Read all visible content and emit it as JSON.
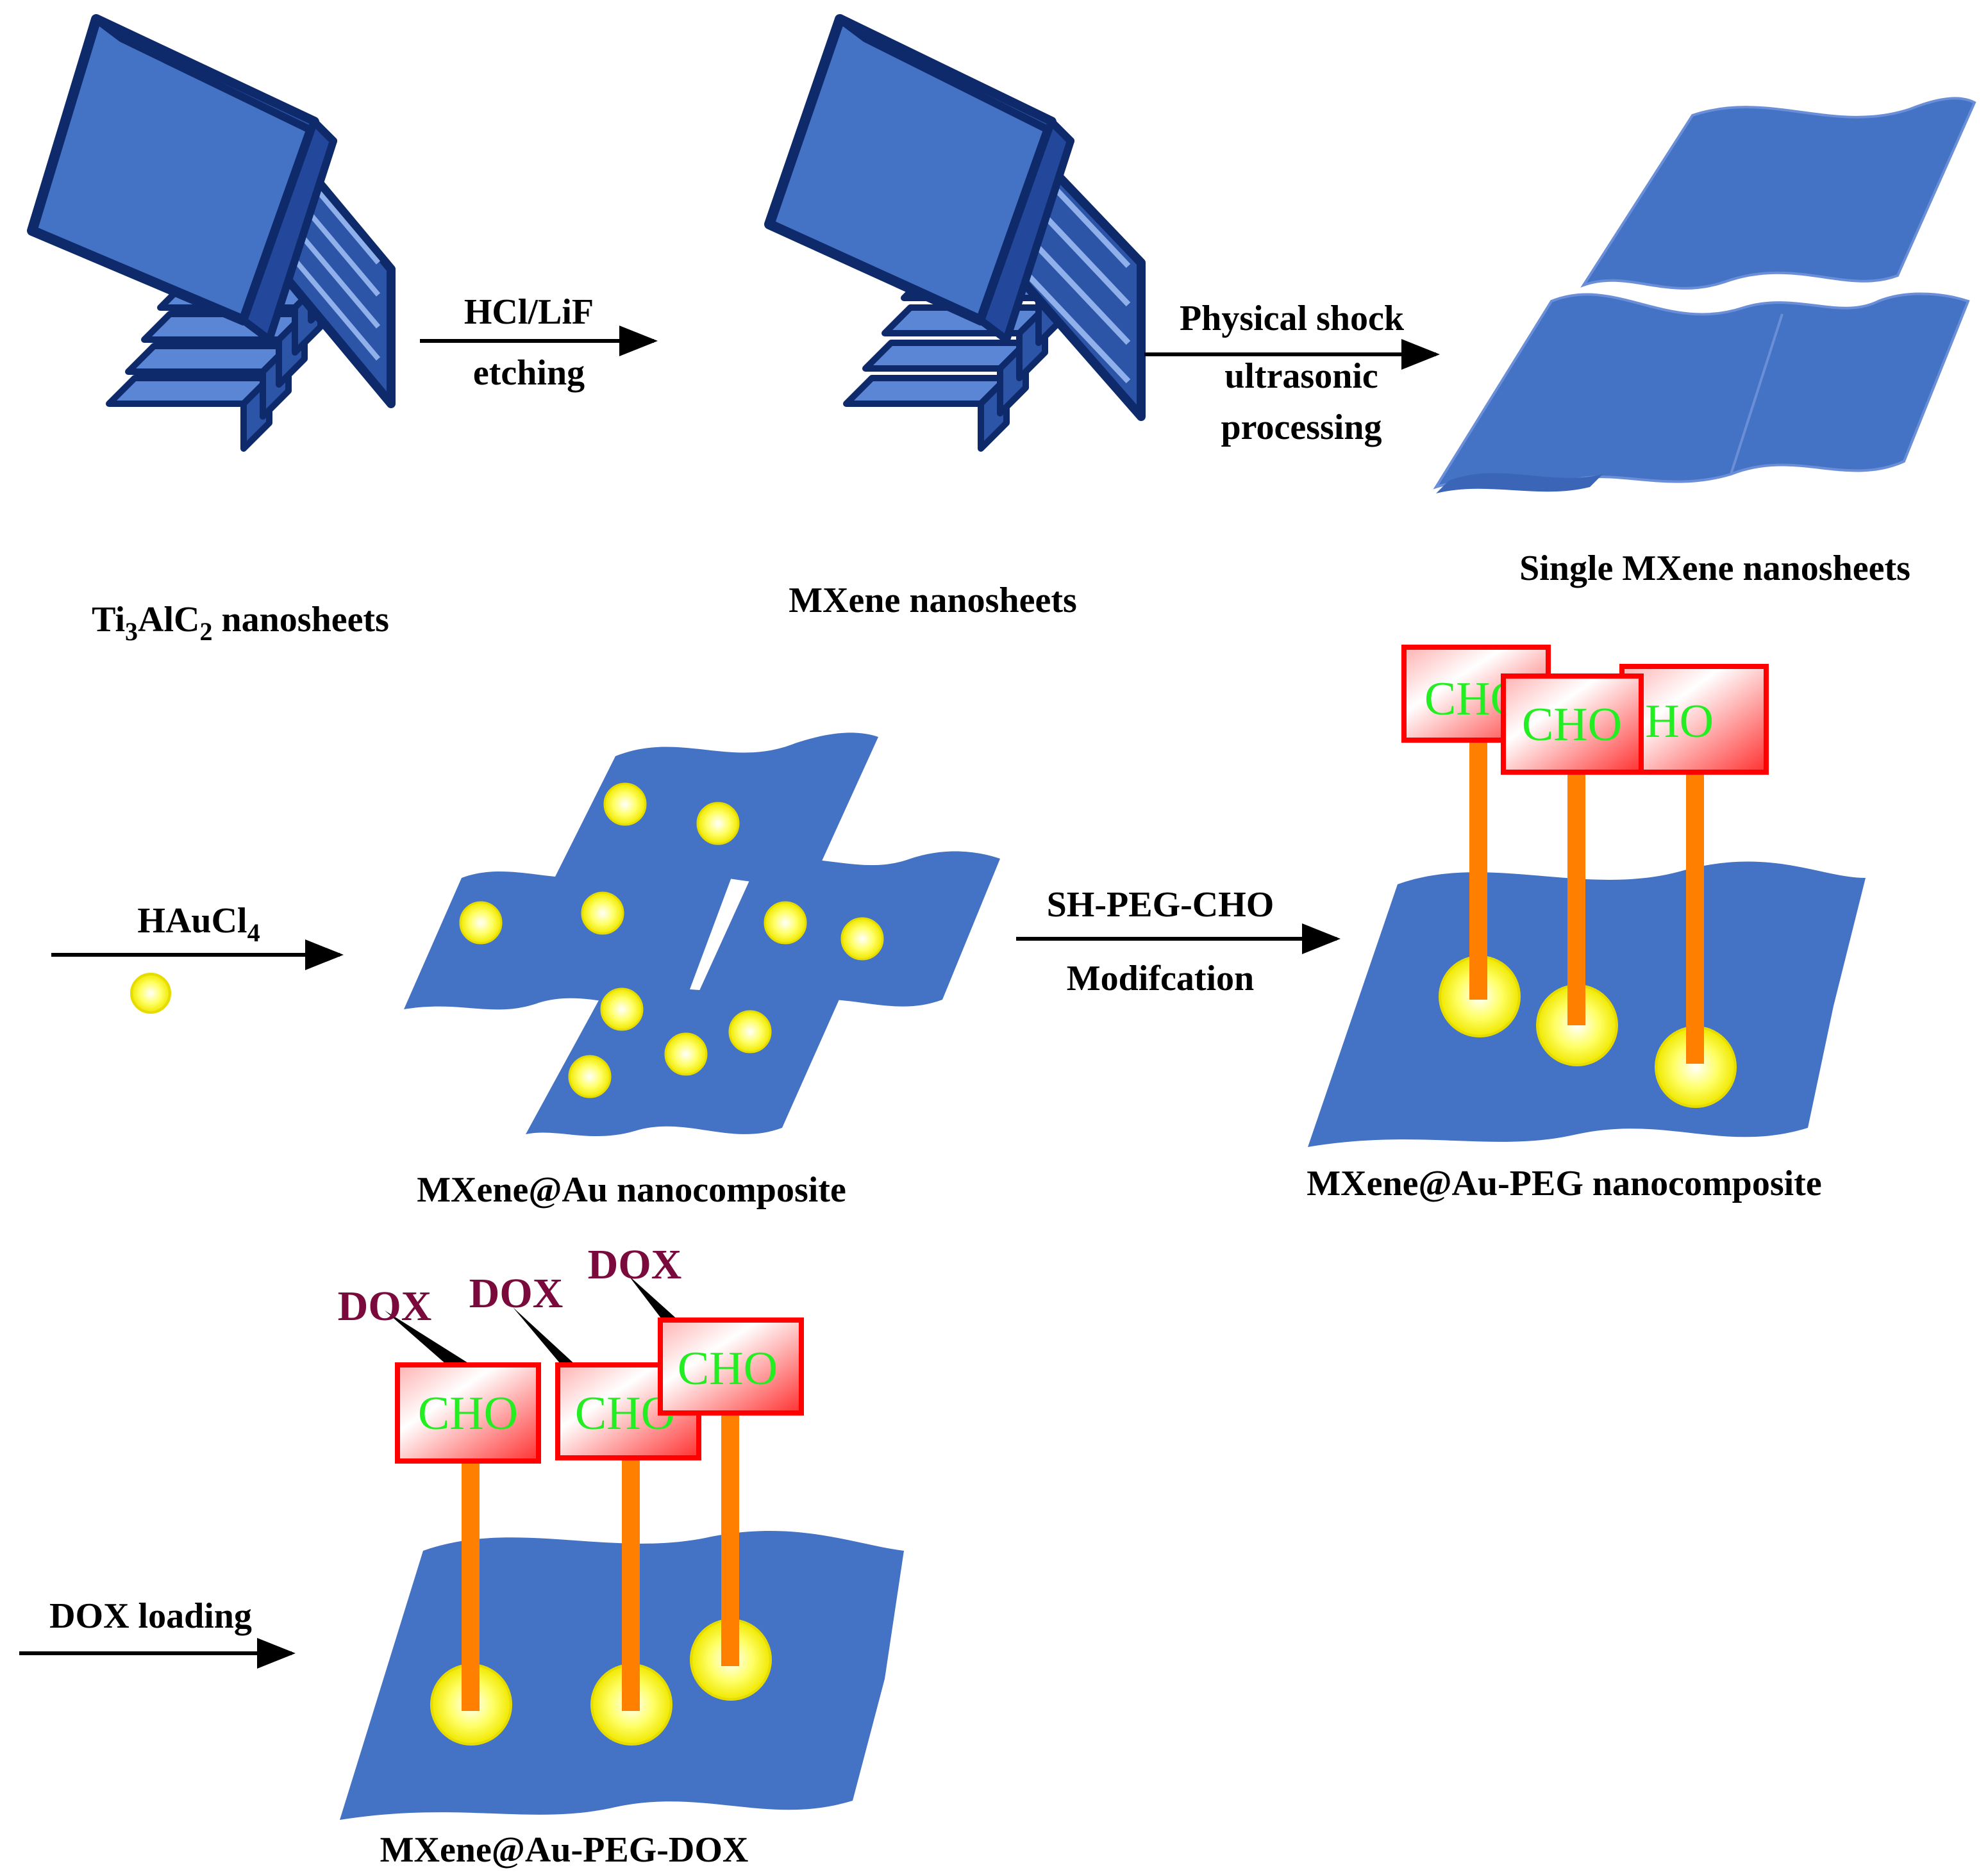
{
  "labels": {
    "ti3alc2": {
      "prefix": "Ti",
      "sub1": "3",
      "mid": "AlC",
      "sub2": "2",
      "suffix": " nanosheets"
    },
    "mxene": "MXene nanosheets",
    "single": "Single MXene nanosheets",
    "mxene_au": "MXene@Au nanocomposite",
    "mxene_au_peg": "MXene@Au-PEG nanocomposite",
    "mxene_au_peg_dox": "MXene@Au-PEG-DOX"
  },
  "arrows": {
    "etching": {
      "line1": "HCl/LiF",
      "line2": "etching"
    },
    "ultrasonic": {
      "line1": "Physical shock",
      "line2": "ultrasonic",
      "line3": "processing"
    },
    "haucl4": {
      "prefix": "HAuCl",
      "sub": "4"
    },
    "peg": {
      "line1": "SH-PEG-CHO",
      "line2": "Modifcation"
    },
    "dox": "DOX loading"
  },
  "groups": {
    "cho": "CHO",
    "dox": "DOX"
  },
  "colors": {
    "sheet_blue": "#4472c4",
    "stack_outline": "#0e2a6b",
    "gold_particle": "#ffff33",
    "cho_box": "#ff1a1a",
    "cho_text": "#22ee22",
    "linker": "#ff8000",
    "dox_text": "#7a0a3c"
  }
}
